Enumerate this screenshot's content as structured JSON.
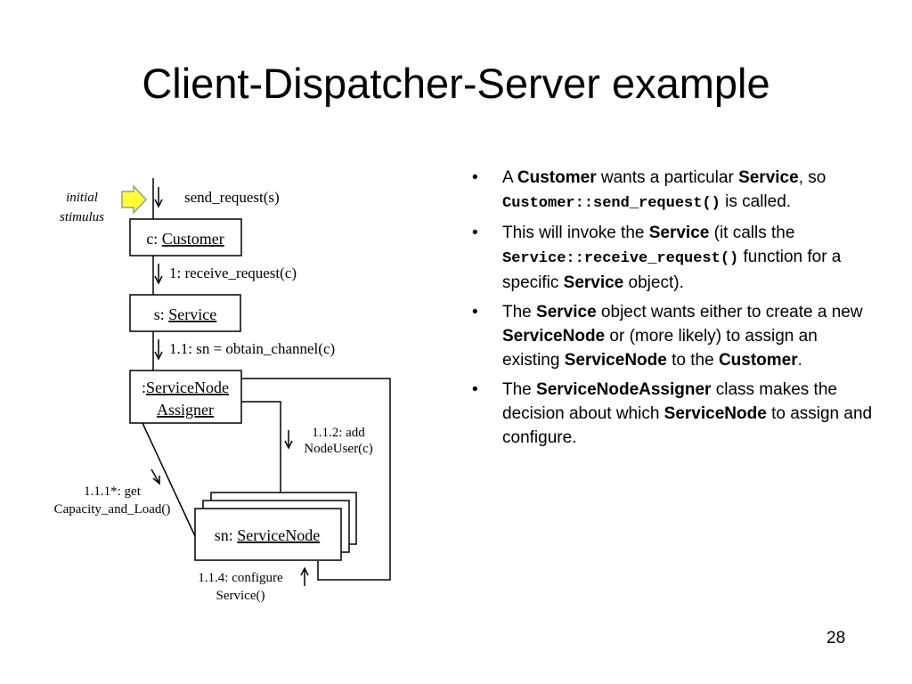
{
  "slide": {
    "title": "Client-Dispatcher-Server example",
    "page_number": "28"
  },
  "diagram": {
    "initial_stimulus_line1": "initial",
    "initial_stimulus_line2": "stimulus",
    "msg_send_request": "send_request(s)",
    "box_customer_prefix": "c: ",
    "box_customer_class": "Customer",
    "msg_receive_request": "1: receive_request(c)",
    "box_service_prefix": "s: ",
    "box_service_class": "Service",
    "msg_obtain_channel": "1.1: sn = obtain_channel(c)",
    "box_assigner_prefix": ":",
    "box_assigner_class_line1": "ServiceNode",
    "box_assigner_class_line2": "Assigner",
    "msg_add_line1": "1.1.2: add",
    "msg_add_line2": "NodeUser(c)",
    "msg_get_line1": "1.1.1*: get",
    "msg_get_line2": "Capacity_and_Load()",
    "box_node_prefix": "sn: ",
    "box_node_class": "ServiceNode",
    "msg_configure_line1": "1.1.4: configure",
    "msg_configure_line2": "Service()"
  },
  "bullets": [
    {
      "segments": [
        {
          "text": "A ",
          "style": "normal"
        },
        {
          "text": "Customer",
          "style": "bold"
        },
        {
          "text": " wants a particular ",
          "style": "normal"
        },
        {
          "text": "Service",
          "style": "bold"
        },
        {
          "text": ", so ",
          "style": "normal"
        },
        {
          "text": "Customer::send_request()",
          "style": "mono"
        },
        {
          "text": " is called.",
          "style": "normal"
        }
      ]
    },
    {
      "segments": [
        {
          "text": "This will invoke the ",
          "style": "normal"
        },
        {
          "text": "Service",
          "style": "bold"
        },
        {
          "text": " (it calls the ",
          "style": "normal"
        },
        {
          "text": "Service::receive_request()",
          "style": "mono"
        },
        {
          "text": " function for a specific ",
          "style": "normal"
        },
        {
          "text": "Service",
          "style": "bold"
        },
        {
          "text": " object).",
          "style": "normal"
        }
      ]
    },
    {
      "segments": [
        {
          "text": "The ",
          "style": "normal"
        },
        {
          "text": "Service",
          "style": "bold"
        },
        {
          "text": " object wants either to create a new ",
          "style": "normal"
        },
        {
          "text": "ServiceNode",
          "style": "bold"
        },
        {
          "text": " or (more likely) to assign an existing ",
          "style": "normal"
        },
        {
          "text": "ServiceNode",
          "style": "bold"
        },
        {
          "text": " to the ",
          "style": "normal"
        },
        {
          "text": "Customer",
          "style": "bold"
        },
        {
          "text": ".",
          "style": "normal"
        }
      ]
    },
    {
      "segments": [
        {
          "text": "The ",
          "style": "normal"
        },
        {
          "text": "ServiceNodeAssigner",
          "style": "bold"
        },
        {
          "text": " class makes the decision about which ",
          "style": "normal"
        },
        {
          "text": "ServiceNode",
          "style": "bold"
        },
        {
          "text": " to assign and configure.",
          "style": "normal"
        }
      ]
    }
  ],
  "colors": {
    "stimulus_arrow_fill": "#ffff33",
    "stimulus_arrow_stroke": "#999999"
  },
  "bullet_glyph": "•"
}
